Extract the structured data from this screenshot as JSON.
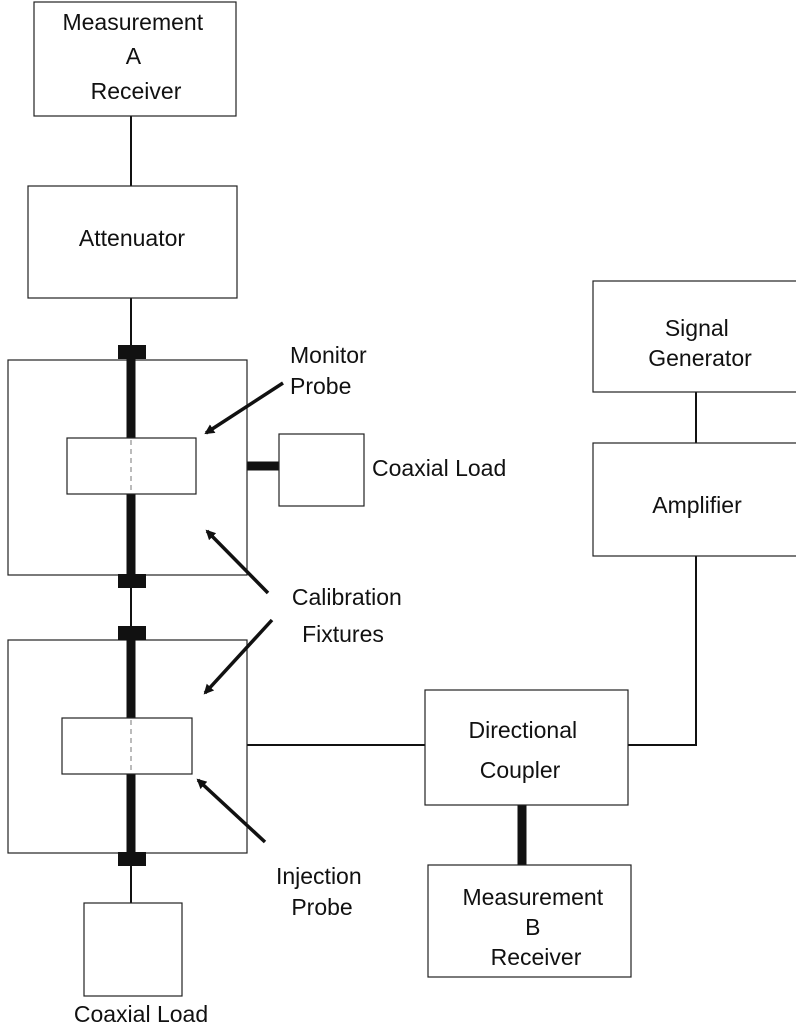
{
  "blocks": {
    "receiver_a": [
      "Measurement",
      "A",
      "Receiver"
    ],
    "attenuator": [
      "Attenuator"
    ],
    "signal_generator": [
      "Signal",
      "Generator"
    ],
    "amplifier": [
      "Amplifier"
    ],
    "coaxial_load_right": [
      "Coaxial Load"
    ],
    "directional_coupler": [
      "Directional",
      "Coupler"
    ],
    "receiver_b": [
      "Measurement",
      "B",
      "Receiver"
    ],
    "coaxial_load_bottom": [
      "Coaxial Load"
    ]
  },
  "annotations": {
    "monitor_probe": [
      "Monitor",
      "Probe"
    ],
    "calibration_fixtures": [
      "Calibration",
      "Fixtures"
    ],
    "injection_probe": [
      "Injection",
      "Probe"
    ]
  },
  "colors": {
    "line": "#111111",
    "box_stroke": "#222222",
    "background": "#ffffff"
  }
}
